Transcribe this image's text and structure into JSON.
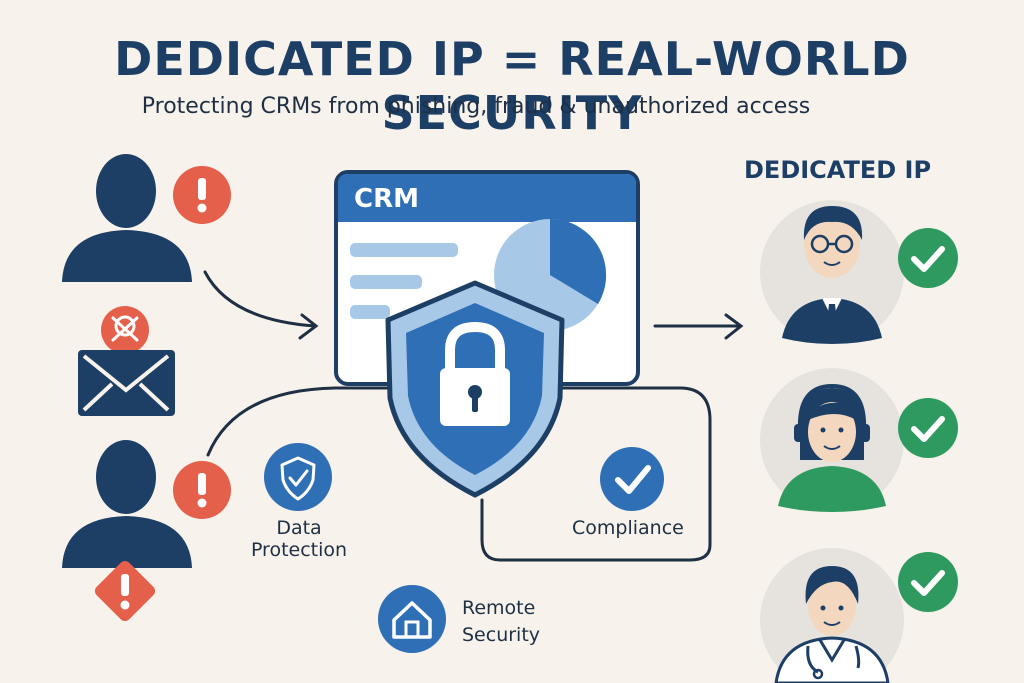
{
  "title": "DEDICATED IP = REAL-WORLD SECURITY",
  "subtitle": "Protecting CRMs from phishing, fraud & unauthorized access",
  "crm": {
    "label": "CRM"
  },
  "dedicated_ip": {
    "label": "DEDICATED IP"
  },
  "features": {
    "data_protection": {
      "line1": "Data",
      "line2": "Protection",
      "icon": "shield-check-icon"
    },
    "compliance": {
      "label": "Compliance",
      "icon": "checkmark-icon"
    },
    "remote_security": {
      "line1": "Remote",
      "line2": "Security",
      "icon": "home-icon"
    }
  },
  "threats": [
    "anonymous-user-icon",
    "alert-icon",
    "phishing-email-icon",
    "skull-icon",
    "warning-diamond-icon"
  ],
  "trusted_users": [
    "businessman-avatar-icon",
    "support-agent-avatar-icon",
    "doctor-avatar-icon"
  ],
  "colors": {
    "navy": "#1d3f66",
    "blue": "#2f6fb5",
    "light_blue": "#a8c8e8",
    "red": "#e4604b",
    "green": "#2e9a60",
    "background": "#f7f3ec"
  }
}
